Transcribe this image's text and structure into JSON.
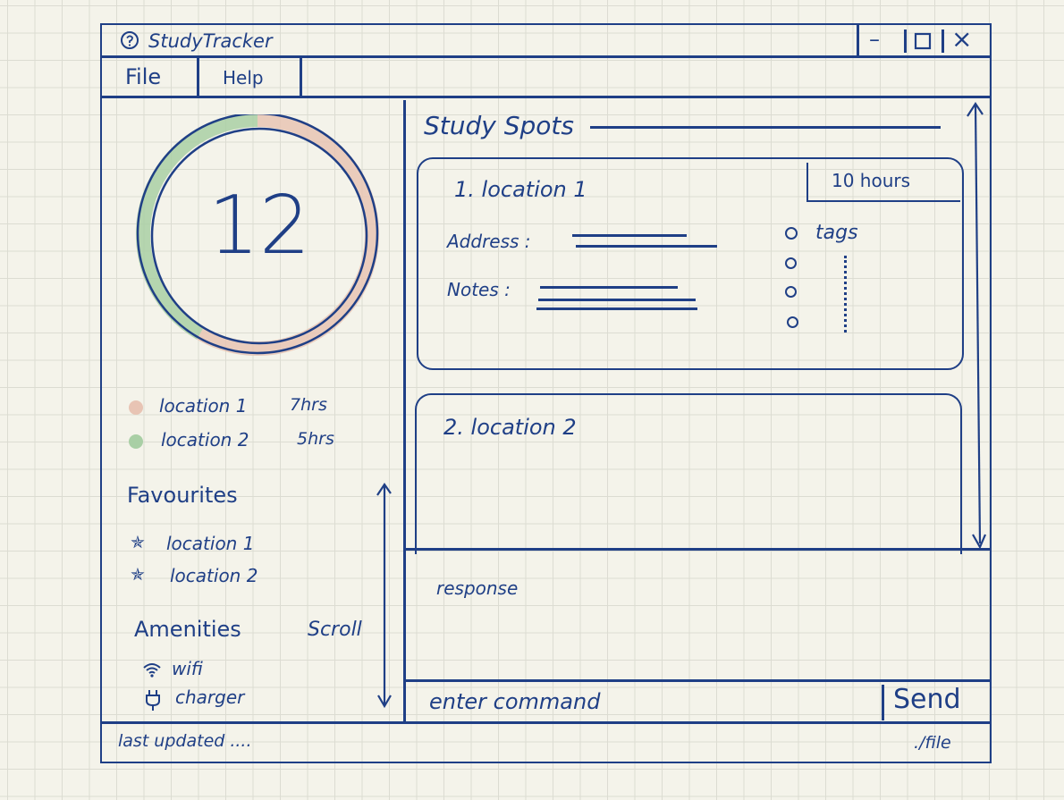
{
  "window": {
    "title": "StudyTracker",
    "controls": [
      "–",
      "□",
      "×"
    ]
  },
  "menu": {
    "items": [
      "File",
      "Help"
    ]
  },
  "sidebar": {
    "total_count": "12",
    "legend": [
      {
        "label": "location 1",
        "hours": "7hrs",
        "color": "#e8c4b4"
      },
      {
        "label": "location 2",
        "hours": "5hrs",
        "color": "#a9cfa5"
      }
    ],
    "favourites": {
      "heading": "Favourites",
      "items": [
        "location 1",
        "location 2"
      ]
    },
    "amenities": {
      "heading": "Amenities",
      "items": [
        {
          "label": "wifi",
          "icon": "wifi-icon"
        },
        {
          "label": "charger",
          "icon": "plug-icon"
        }
      ]
    },
    "scroll_label": "Scroll"
  },
  "main": {
    "section_title": "Study Spots",
    "cards": [
      {
        "title": "1. location 1",
        "hours": "10 hours",
        "address_label": "Address :",
        "notes_label": "Notes :",
        "tags_label": "tags"
      },
      {
        "title": "2. location 2"
      }
    ],
    "response_label": "response",
    "command_placeholder": "enter command",
    "send_label": "Send"
  },
  "status": {
    "left": "last updated ....",
    "right": "./file"
  },
  "chart_data": {
    "type": "pie",
    "categories": [
      "location 1",
      "location 2"
    ],
    "values": [
      7,
      5
    ],
    "colors": [
      "#e8c4b4",
      "#a9cfa5"
    ]
  }
}
